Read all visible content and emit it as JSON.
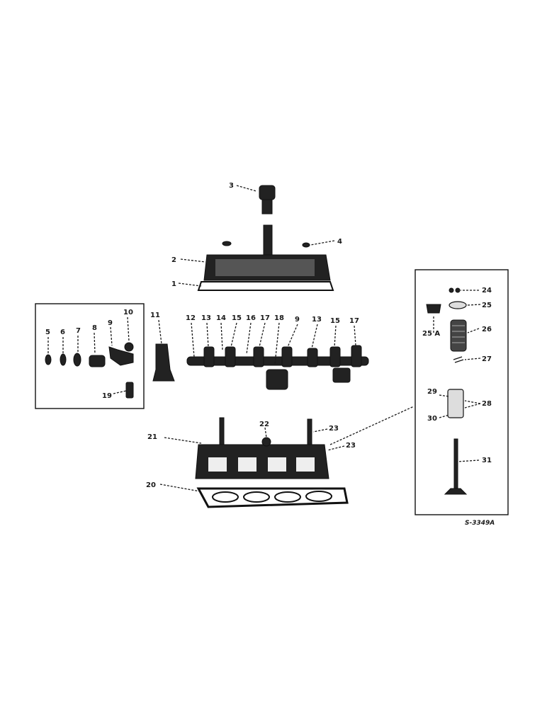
{
  "callouts": {
    "c1": "1",
    "c2": "2",
    "c3": "3",
    "c4": "4",
    "c5": "5",
    "c6": "6",
    "c7": "7",
    "c8": "8",
    "c9": "9",
    "c10": "10",
    "c11": "11",
    "c12a": "12",
    "c13a": "13",
    "c14": "14",
    "c15a": "15",
    "c16": "16",
    "c17a": "17",
    "c18": "18",
    "c9b": "9",
    "c13b": "13",
    "c15b": "15",
    "c17b": "17",
    "c19": "19",
    "c20": "20",
    "c21": "21",
    "c22": "22",
    "c23a": "23",
    "c23b": "23",
    "c24": "24",
    "c25": "25",
    "c25a": "25 A",
    "c26": "26",
    "c27": "27",
    "c28": "28",
    "c29": "29",
    "c30": "30",
    "c31": "31"
  },
  "reference": "S-3349A"
}
